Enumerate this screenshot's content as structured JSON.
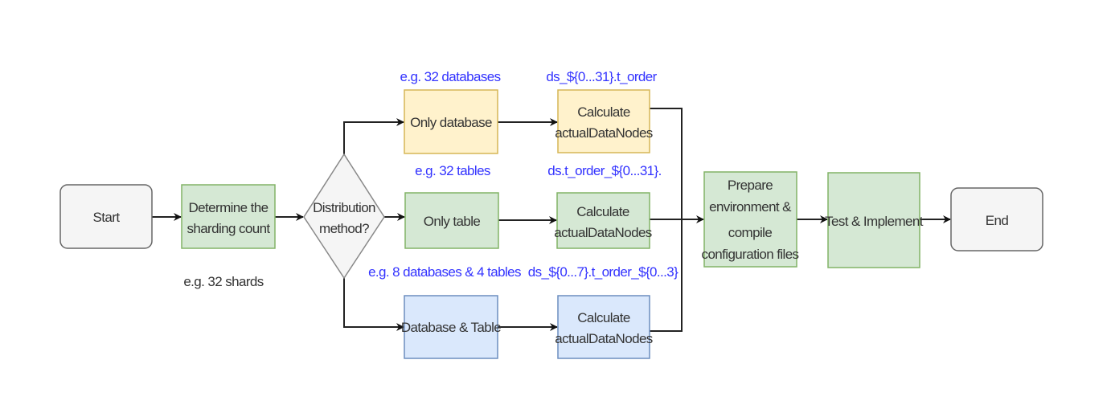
{
  "nodes": {
    "start": "Start",
    "determine": [
      "Determine the",
      "sharding count"
    ],
    "decision": [
      "Distribution",
      "method?"
    ],
    "only_database": "Only database",
    "only_table": "Only table",
    "database_table": "Database & Table",
    "calc": [
      "Calculate",
      "actualDataNodes"
    ],
    "prepare": [
      "Prepare",
      "environment &",
      "compile",
      "configuration files"
    ],
    "test": "Test & Implement",
    "end": "End"
  },
  "annotations": {
    "shards": "e.g. 32 shards",
    "db_example": "e.g. 32 databases",
    "db_nodes": "ds_${0...31}.t_order",
    "table_example": "e.g. 32 tables",
    "table_nodes": "ds.t_order_${0...31}.",
    "dbtable_example": "e.g. 8 databases & 4 tables",
    "dbtable_nodes": "ds_${0...7}.t_order_${0...3}"
  },
  "colors": {
    "green_fill": "#d5e8d4",
    "green_stroke": "#82b366",
    "yellow_fill": "#fff2cc",
    "yellow_stroke": "#d6b656",
    "blue_fill": "#dae8fc",
    "blue_stroke": "#6c8ebf",
    "gray_fill": "#f5f5f5",
    "gray_stroke": "#666666",
    "annotation": "#3333ff"
  }
}
